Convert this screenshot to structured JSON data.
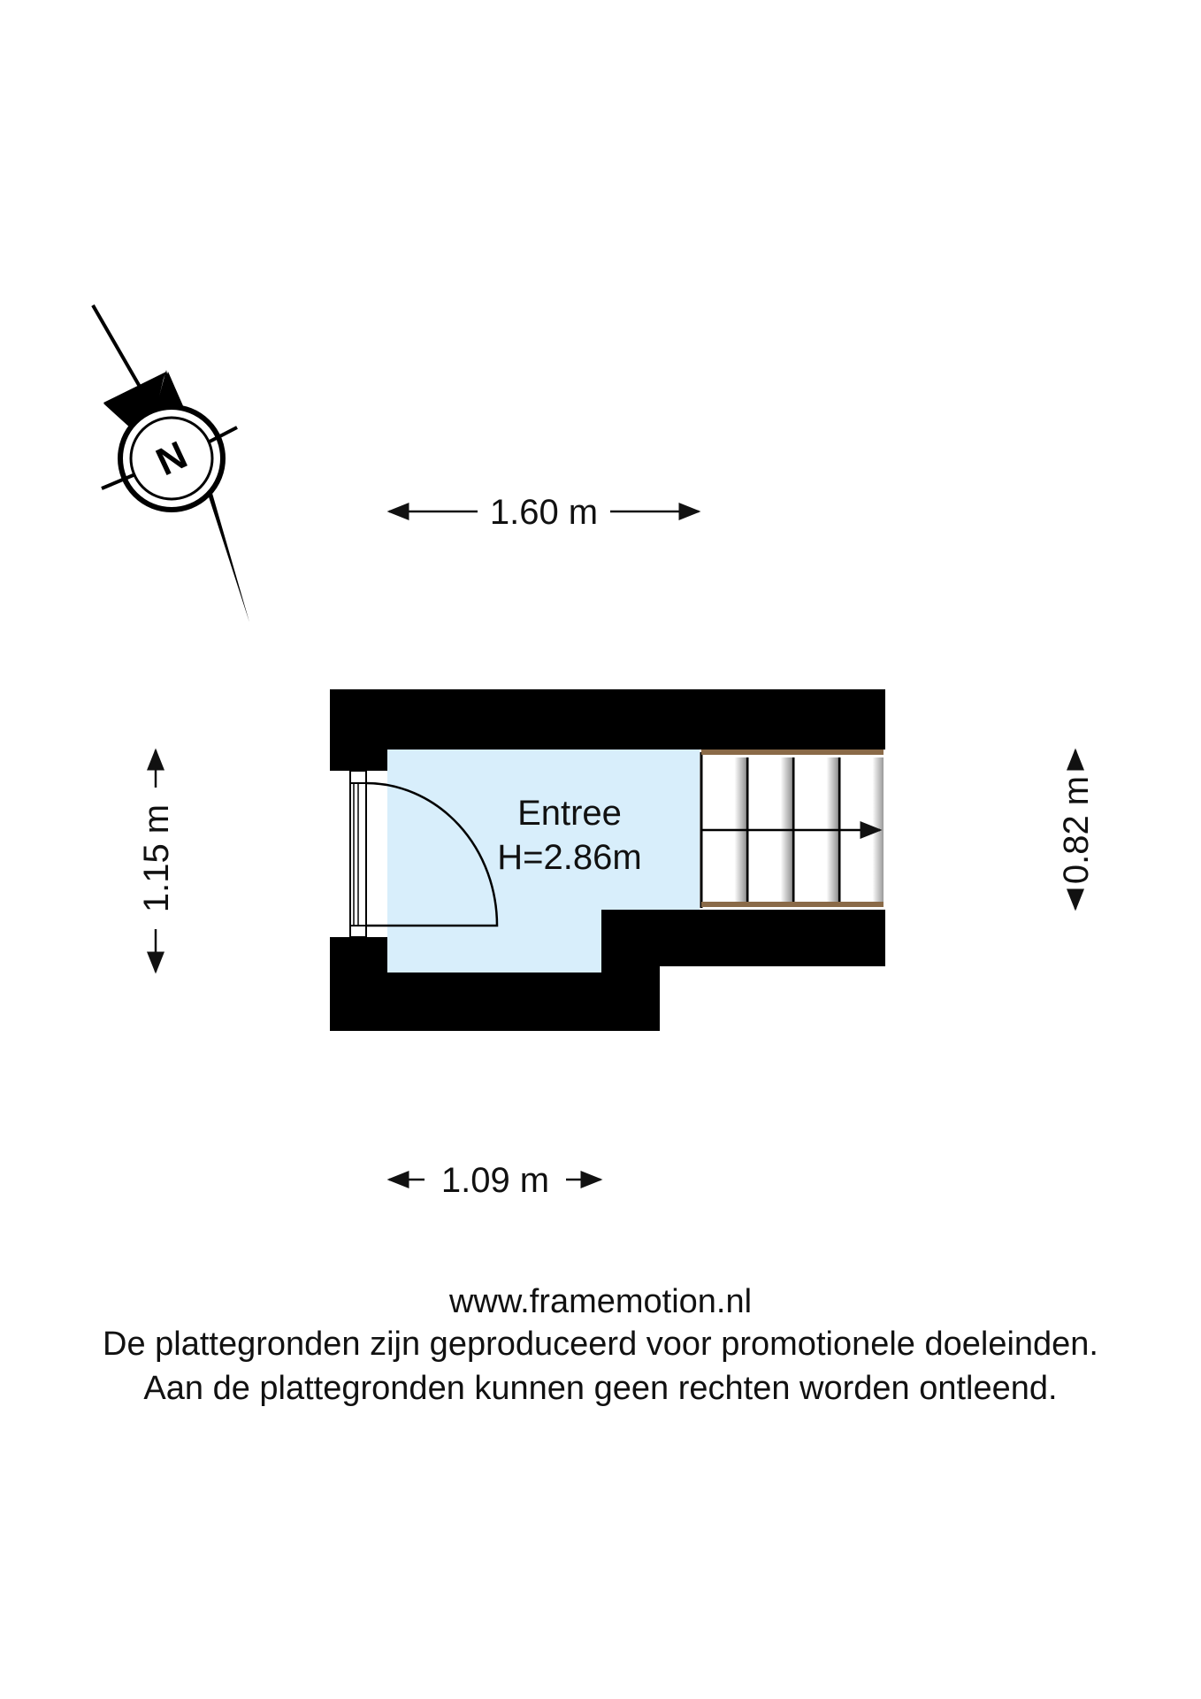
{
  "room": {
    "name": "Entree",
    "height": "H=2.86m"
  },
  "dimensions": {
    "top": "1.60 m",
    "bottom": "1.09 m",
    "left": "1.15 m",
    "right": "0.82 m"
  },
  "compass": {
    "label": "N"
  },
  "footer": {
    "website": "www.framemotion.nl",
    "line1": "De plattegronden zijn geproduceerd voor promotionele doeleinden.",
    "line2": "Aan de plattegronden kunnen geen rechten worden ontleend."
  },
  "colors": {
    "floor": "#d8eefb",
    "wall": "#000000",
    "stair_rail": "#8a6a48"
  }
}
